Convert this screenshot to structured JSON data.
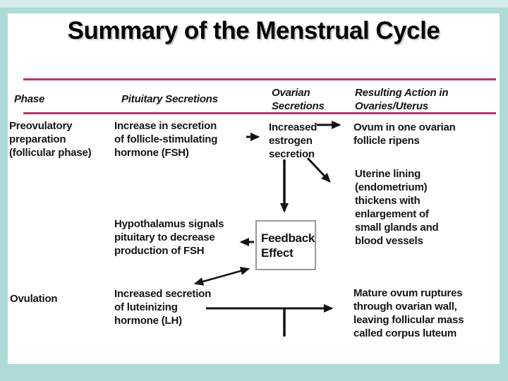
{
  "title": "Summary of the Menstrual Cycle",
  "headers": {
    "phase": "Phase",
    "pituitary": "Pituitary Secretions",
    "ovarian": "Ovarian\nSecretions",
    "resulting": "Resulting Action in\nOvaries/Uterus"
  },
  "rows": {
    "preovulatory": {
      "phase": "Preovulatory\npreparation\n(follicular phase)",
      "pituitary": "Increase in secretion\nof follicle-stimulating\nhormone (FSH)",
      "ovarian": "Increased\nestrogen\nsecretion",
      "resulting_ovum": "Ovum in one ovarian\nfollicle ripens",
      "resulting_uterine": "Uterine lining\n(endometrium)\nthickens with\nenlargement of\nsmall glands and\nblood vessels"
    },
    "feedback": {
      "hypothalamus": "Hypothalamus signals\npituitary to decrease\nproduction of FSH",
      "box_label": "Feedback\nEffect"
    },
    "ovulation": {
      "phase": "Ovulation",
      "pituitary": "Increased secretion\nof luteinizing\nhormone (LH)",
      "resulting": "Mature ovum ruptures\nthrough ovarian wall,\nleaving follicular mass\ncalled corpus luteum"
    }
  },
  "colors": {
    "page_background": "#aedad8",
    "page_top_strip": "#d4ecec",
    "slide_background": "#ffffff",
    "header_rule": "#b93271",
    "text": "#141414",
    "feedback_box_border": "#9a9a9a"
  }
}
